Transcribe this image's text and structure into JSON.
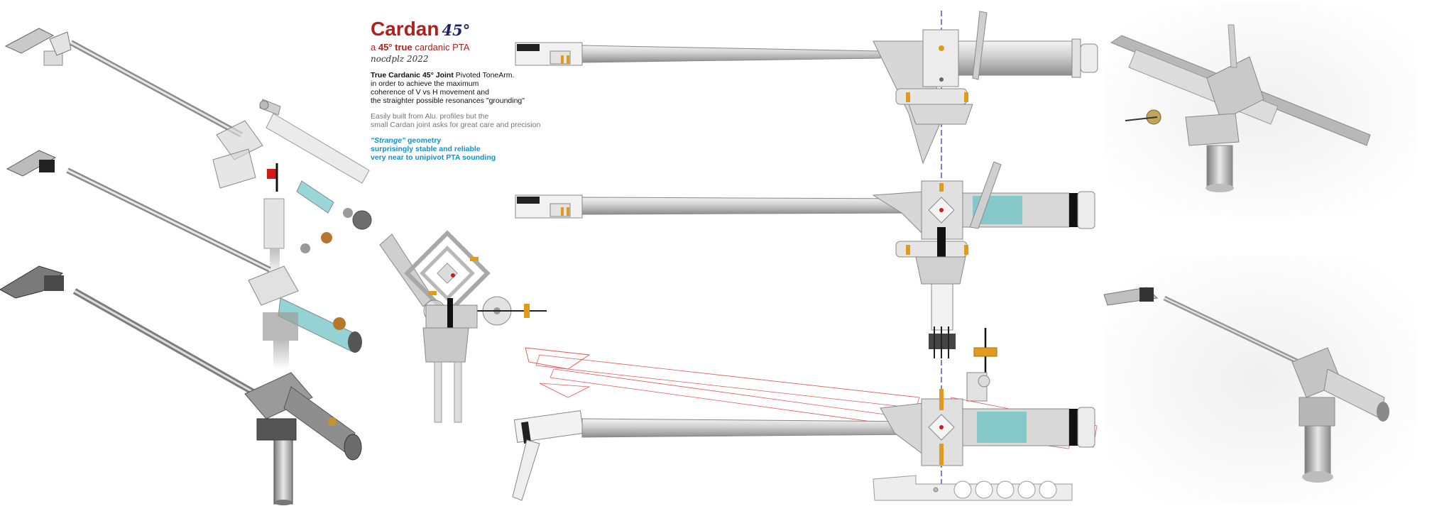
{
  "title": {
    "main": "Cardan",
    "degree": "45°",
    "subtitle_prefix": "a",
    "subtitle_bold": "45° true",
    "subtitle_rest": "cardanic PTA",
    "signature": "nocdplz 2022"
  },
  "description": {
    "bold": "True Cardanic 45° Joint",
    "rest": "Pivoted ToneArm.",
    "lines": [
      "in order to achieve the maximum",
      "coherence of V vs H movement and",
      "the straighter possible resonances \"grounding\""
    ]
  },
  "notes": [
    "Easily built from Alu. profiles but the",
    "small Cardan joint asks for great care and precision"
  ],
  "highlights": {
    "geometry_word": "\"Strange\"",
    "geometry_rest": "geometry",
    "lines": [
      "surprisingly stable and reliable",
      "very near to unipivot PTA sounding"
    ]
  },
  "colors": {
    "title_red": "#b0201c",
    "degree_navy": "#1d1f6b",
    "highlight_blue": "#1a8fc4",
    "aluminium": "#d3d3d3",
    "cyan_damper": "#6fc4c6",
    "orange_bearing": "#e09a1c",
    "red_pivot": "#d11a1a"
  }
}
